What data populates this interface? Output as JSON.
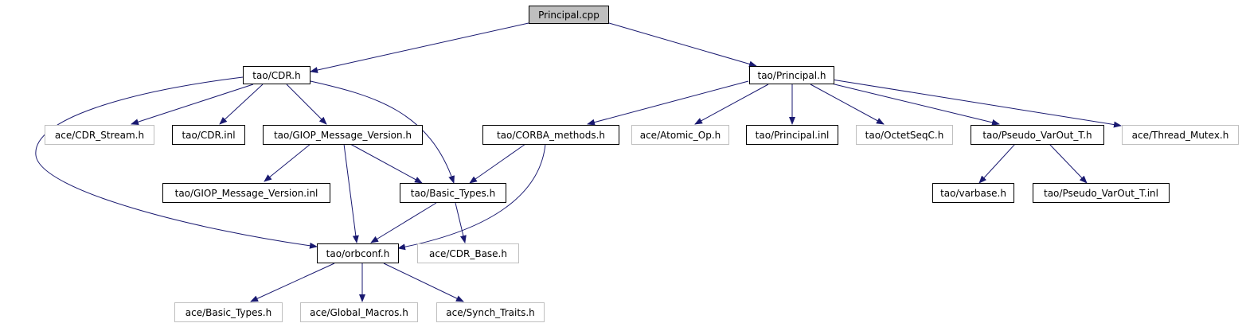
{
  "colors": {
    "edge": "#191970",
    "node_border": "#000000",
    "external_border": "#bfbfbf",
    "root_fill": "#bfbfbf"
  },
  "nodes": {
    "principal_cpp": "Principal.cpp",
    "tao_cdr_h": "tao/CDR.h",
    "tao_principal_h": "tao/Principal.h",
    "ace_cdr_stream_h": "ace/CDR_Stream.h",
    "tao_cdr_inl": "tao/CDR.inl",
    "tao_giop_message_version_h": "tao/GIOP_Message_Version.h",
    "tao_corba_methods_h": "tao/CORBA_methods.h",
    "ace_atomic_op_h": "ace/Atomic_Op.h",
    "tao_principal_inl": "tao/Principal.inl",
    "tao_octetseqc_h": "tao/OctetSeqC.h",
    "tao_pseudo_varout_t_h": "tao/Pseudo_VarOut_T.h",
    "ace_thread_mutex_h": "ace/Thread_Mutex.h",
    "tao_giop_message_version_inl": "tao/GIOP_Message_Version.inl",
    "tao_basic_types_h": "tao/Basic_Types.h",
    "tao_varbase_h": "tao/varbase.h",
    "tao_pseudo_varout_t_inl": "tao/Pseudo_VarOut_T.inl",
    "tao_orbconf_h": "tao/orbconf.h",
    "ace_cdr_base_h": "ace/CDR_Base.h",
    "ace_basic_types_h": "ace/Basic_Types.h",
    "ace_global_macros_h": "ace/Global_Macros.h",
    "ace_synch_traits_h": "ace/Synch_Traits.h"
  }
}
